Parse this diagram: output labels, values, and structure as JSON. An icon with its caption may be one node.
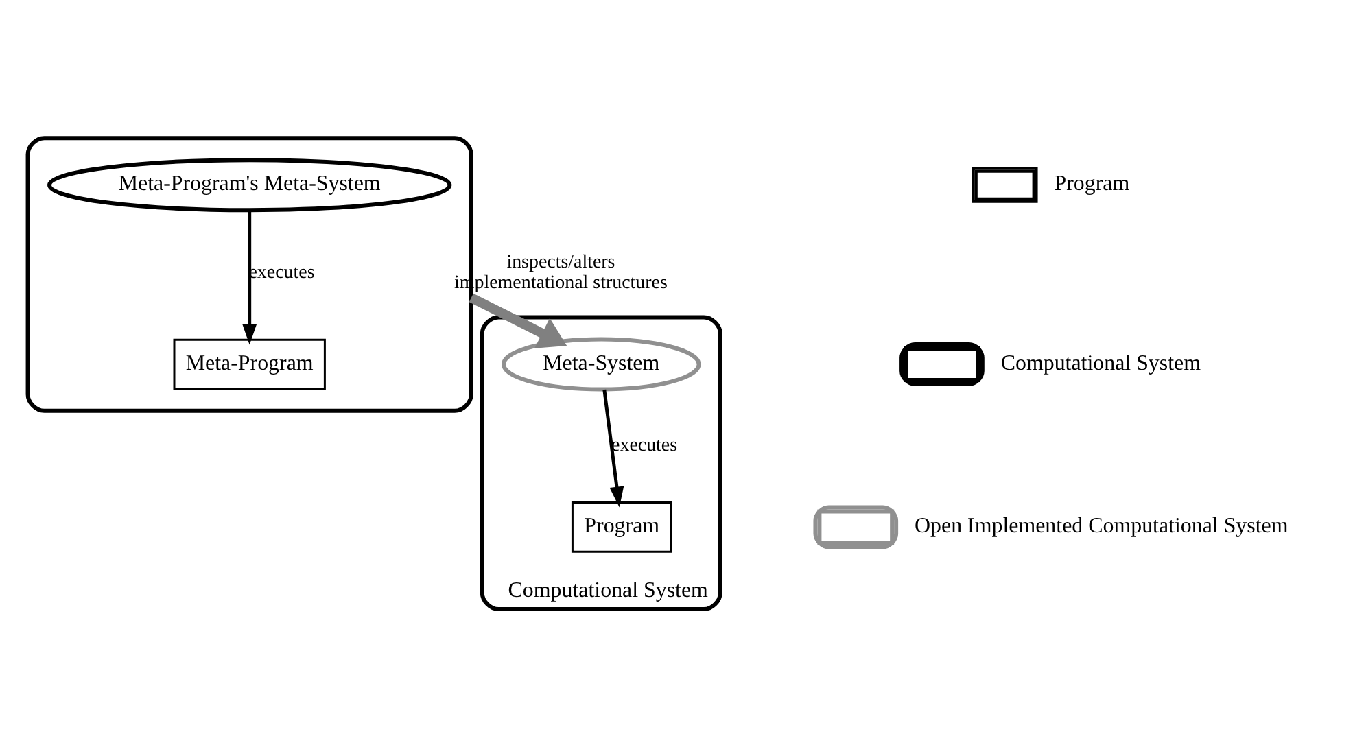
{
  "diagram": {
    "nodes": [
      {
        "text": [],
        "shape": "ellipse"
      },
      {
        "text": [
          "Meta-Program's Meta-System"
        ],
        "in": 0
      },
      {
        "text": [
          "Meta-Program"
        ],
        "in": 0
      },
      {
        "text": [
          "Computational System"
        ]
      },
      {
        "text": [
          "Meta-System"
        ],
        "in": 3
      },
      {
        "text": [
          "Program"
        ],
        "in": 3
      }
    ],
    "edges": [
      {
        "from": 1,
        "to": 2,
        "arrow": "to",
        "label": "executes"
      },
      {
        "from": 0,
        "to": 4,
        "arrow": "to",
        "label": "inspects/alters implementational structures",
        "style": "thick",
        "color": "#808080"
      },
      {
        "from": 4,
        "to": 5,
        "arrow": "to",
        "label": "executes"
      }
    ],
    "legend": [
      {
        "text": "Program"
      },
      {
        "text": "Computational System"
      },
      {
        "text": "Open Implemented Computational System"
      }
    ]
  }
}
